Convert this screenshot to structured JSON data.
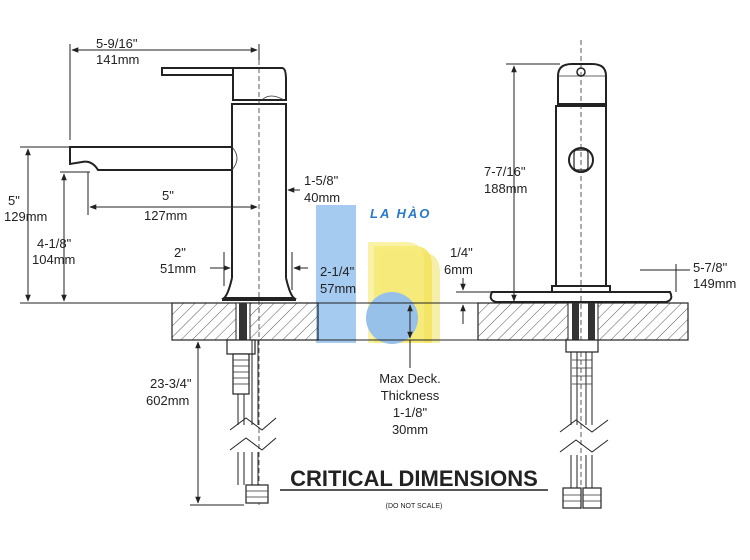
{
  "diagram": {
    "title": "CRITICAL DIMENSIONS",
    "subtitle": "(DO NOT SCALE)",
    "watermark": "LA HÀO",
    "labels": {
      "spout_reach_in": "5-9/16\"",
      "spout_reach_mm": "141mm",
      "spout_height_in": "5\"",
      "spout_height_mm": "129mm",
      "spout_under_in": "4-1/8\"",
      "spout_under_mm": "104mm",
      "spout_len_in": "5\"",
      "spout_len_mm": "127mm",
      "body_dia_in": "1-5/8\"",
      "body_dia_mm": "40mm",
      "base_in": "2\"",
      "base_mm": "51mm",
      "base_dia_in": "2-1/4\"",
      "base_dia_mm": "57mm",
      "hose_in": "23-3/4\"",
      "hose_mm": "602mm",
      "deck_label_1": "Max Deck.",
      "deck_label_2": "Thickness",
      "deck_in": "1-1/8\"",
      "deck_mm": "30mm",
      "overall_height_in": "7-7/16\"",
      "overall_height_mm": "188mm",
      "plate_thick_in": "1/4\"",
      "plate_thick_mm": "6mm",
      "plate_width_in": "5-7/8\"",
      "plate_width_mm": "149mm"
    },
    "colors": {
      "line": "#222222",
      "watermark_blue": "#2a78c8",
      "watermark_yellow": "#f2e14a"
    }
  }
}
